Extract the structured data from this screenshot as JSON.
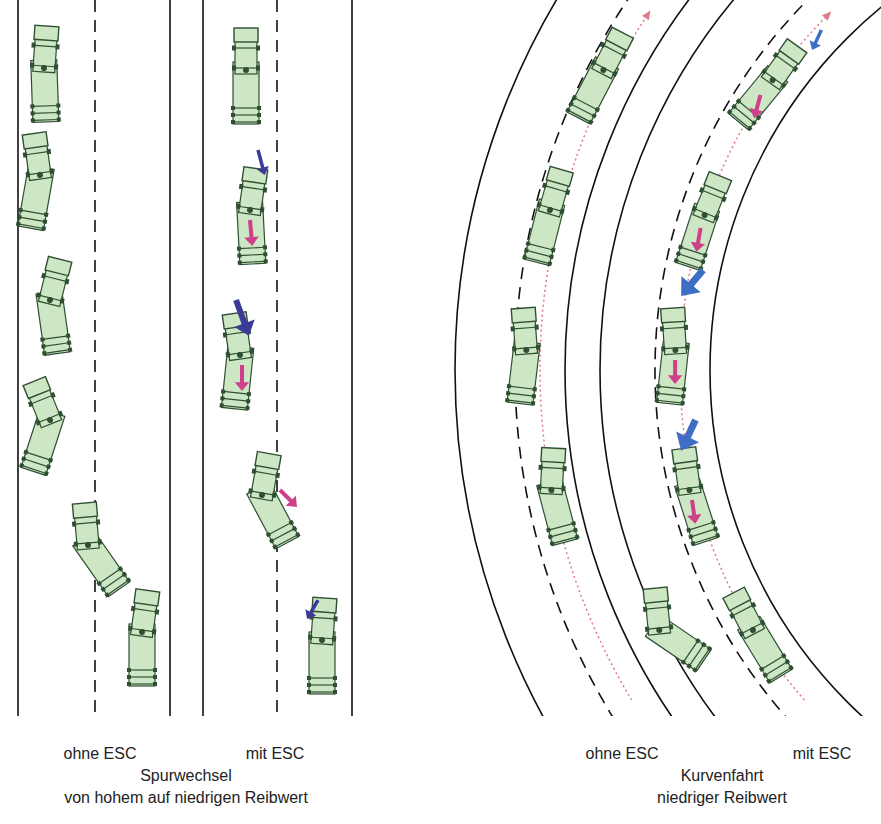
{
  "diagram": {
    "labels": [
      "ohne ESC",
      "mit ESC",
      "Spurwechsel",
      "von hohem auf niedrigen Reibwert",
      "ohne ESC",
      "mit ESC",
      "Kurvenfahrt",
      "niedriger Reibwert"
    ]
  }
}
